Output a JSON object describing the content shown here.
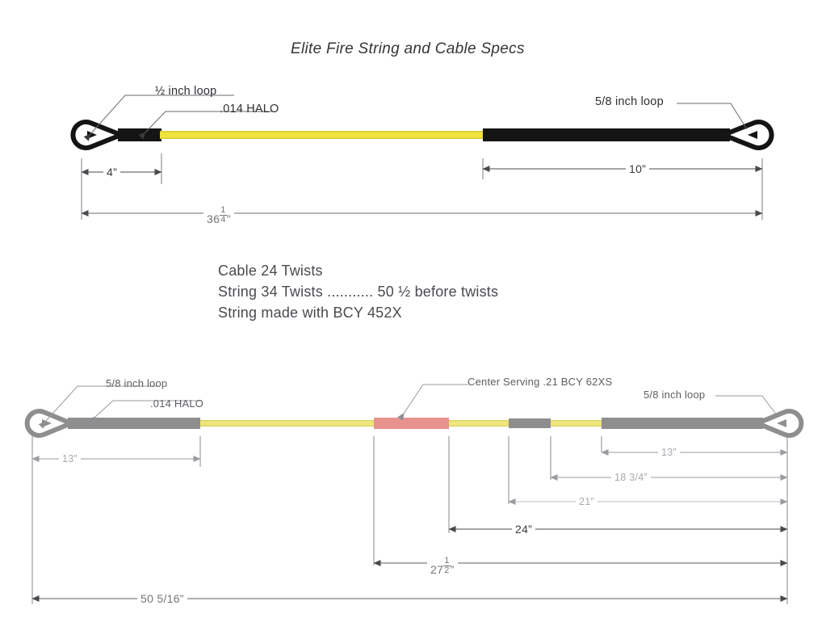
{
  "title": "Elite Fire String and Cable Specs",
  "cable": {
    "name": "cable-assembly",
    "left_loop_label": "½ inch loop",
    "serving_label": ".014 HALO",
    "right_loop_label": "5/8  inch loop",
    "dim_left": "4”",
    "dim_right": "10”",
    "dim_total_whole": "36",
    "dim_total_frac_num": "1",
    "dim_total_frac_den": "4",
    "dim_total_unit": "”",
    "colors": {
      "serving": "#141414",
      "string": "#efe23c",
      "string_edge": "#d8cc34"
    }
  },
  "specs": [
    "Cable 24 Twists",
    "String 34 Twists ........... 50 ½ before twists",
    "String made with BCY 452X"
  ],
  "string": {
    "name": "string-assembly",
    "left_loop_label": "5/8  inch loop",
    "serving_label": ".014 HALO",
    "center_serving_label": "Center Serving .21 BCY 62XS",
    "right_loop_label": "5/8  inch loop",
    "dim_left_13": "13”",
    "dim_right_13": "13”",
    "dim_18_34": "18 3/4”",
    "dim_21": "21”",
    "dim_24": "24”",
    "dim_27_whole": "27",
    "dim_27_frac_num": "1",
    "dim_27_frac_den": "2",
    "dim_27_unit": "”",
    "dim_total": "50 5/16”",
    "colors": {
      "serving": "#8e8e8e",
      "center_serving": "#e8918f",
      "string": "#f0e77a",
      "string_edge": "#ded36a"
    }
  }
}
